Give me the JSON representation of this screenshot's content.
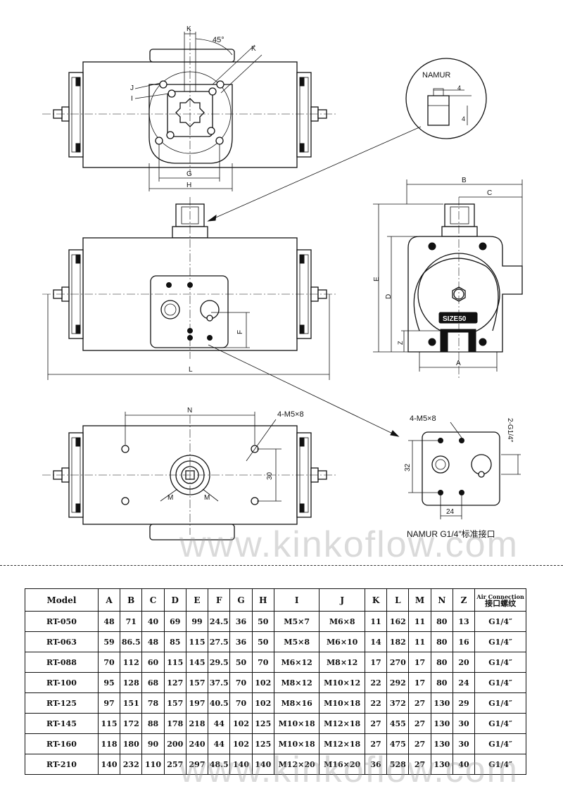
{
  "drawing": {
    "top_view": {
      "labels": {
        "K": "K",
        "angle": "45°",
        "K2": "K",
        "J": "J",
        "I": "I",
        "G": "G",
        "H": "H"
      }
    },
    "namur_detail": {
      "title": "NAMUR",
      "dim_slot": "4",
      "dim_depth": "4"
    },
    "front_view": {
      "labels": {
        "F": "F",
        "L": "L"
      }
    },
    "side_view": {
      "labels": {
        "B": "B",
        "C": "C",
        "E": "E",
        "D": "D",
        "Z": "Z",
        "A": "A"
      },
      "size_label": "SIZE50"
    },
    "bottom_view": {
      "labels": {
        "N": "N",
        "holes": "4-M5×8",
        "dim30": "30",
        "M1": "M",
        "M2": "M"
      }
    },
    "port_detail": {
      "holes": "4-M5×8",
      "thread": "2-G1/4″",
      "dim32": "32",
      "dim24": "24",
      "caption": "NAMUR  G1/4″标准接口"
    }
  },
  "table": {
    "headers": [
      "Model",
      "A",
      "B",
      "C",
      "D",
      "E",
      "F",
      "G",
      "H",
      "I",
      "J",
      "K",
      "L",
      "M",
      "N",
      "Z"
    ],
    "air_header_line1": "Air Connection",
    "air_header_line2": "接口螺纹",
    "rows": [
      [
        "RT-050",
        "48",
        "71",
        "40",
        "69",
        "99",
        "24.5",
        "36",
        "50",
        "M5×7",
        "M6×8",
        "11",
        "162",
        "11",
        "80",
        "13",
        "G1/4″"
      ],
      [
        "RT-063",
        "59",
        "86.5",
        "48",
        "85",
        "115",
        "27.5",
        "36",
        "50",
        "M5×8",
        "M6×10",
        "14",
        "182",
        "11",
        "80",
        "16",
        "G1/4″"
      ],
      [
        "RT-088",
        "70",
        "112",
        "60",
        "115",
        "145",
        "29.5",
        "50",
        "70",
        "M6×12",
        "M8×12",
        "17",
        "270",
        "17",
        "80",
        "20",
        "G1/4″"
      ],
      [
        "RT-100",
        "95",
        "128",
        "68",
        "127",
        "157",
        "37.5",
        "70",
        "102",
        "M8×12",
        "M10×12",
        "22",
        "292",
        "17",
        "80",
        "24",
        "G1/4″"
      ],
      [
        "RT-125",
        "97",
        "151",
        "78",
        "157",
        "197",
        "40.5",
        "70",
        "102",
        "M8×16",
        "M10×18",
        "22",
        "372",
        "27",
        "130",
        "29",
        "G1/4″"
      ],
      [
        "RT-145",
        "115",
        "172",
        "88",
        "178",
        "218",
        "44",
        "102",
        "125",
        "M10×18",
        "M12×18",
        "27",
        "455",
        "27",
        "130",
        "30",
        "G1/4″"
      ],
      [
        "RT-160",
        "118",
        "180",
        "90",
        "200",
        "240",
        "44",
        "102",
        "125",
        "M10×18",
        "M12×18",
        "27",
        "475",
        "27",
        "130",
        "30",
        "G1/4″"
      ],
      [
        "RT-210",
        "140",
        "232",
        "110",
        "257",
        "297",
        "48.5",
        "140",
        "140",
        "M12×20",
        "M16×20",
        "36",
        "528",
        "27",
        "130",
        "40",
        "G1/4″"
      ]
    ]
  },
  "watermark": "www.kinkoflow.com"
}
